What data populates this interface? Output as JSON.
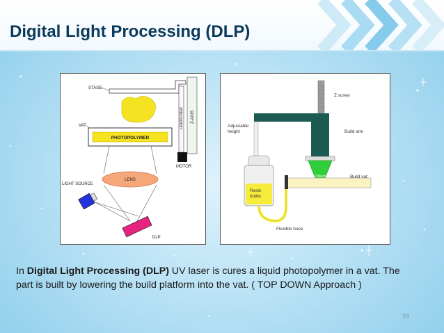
{
  "slide": {
    "title": "Digital Light Processing (DLP)",
    "page_number": "29",
    "caption": {
      "bold": "Digital Light Processing (DLP)",
      "prefix": "In ",
      "rest": " UV laser is cures a liquid photopolymer in a vat. The part is built by lowering the build platform into the vat. ( TOP DOWN Approach )"
    }
  },
  "diagram_left": {
    "stage": "STAGE",
    "vat": "VAT",
    "photopolymer": "PHOTOPOLYMER",
    "leadscrew": "LEADSCREW",
    "z_axis": "Z-AXIS",
    "motor": "MOTOR",
    "lens": "LENS",
    "light_source": "LIGHT SOURCE",
    "dlp": "DLP"
  },
  "diagram_right": {
    "z_screw": "Z screw",
    "adjustable_height_1": "Adjustable",
    "adjustable_height_2": "height",
    "build_arm": "Build arm",
    "object": "Object",
    "build_vat": "Build vat",
    "resin_bottle_1": "Resin",
    "resin_bottle_2": "bottle",
    "flexible_hose": "Flexible hose"
  }
}
